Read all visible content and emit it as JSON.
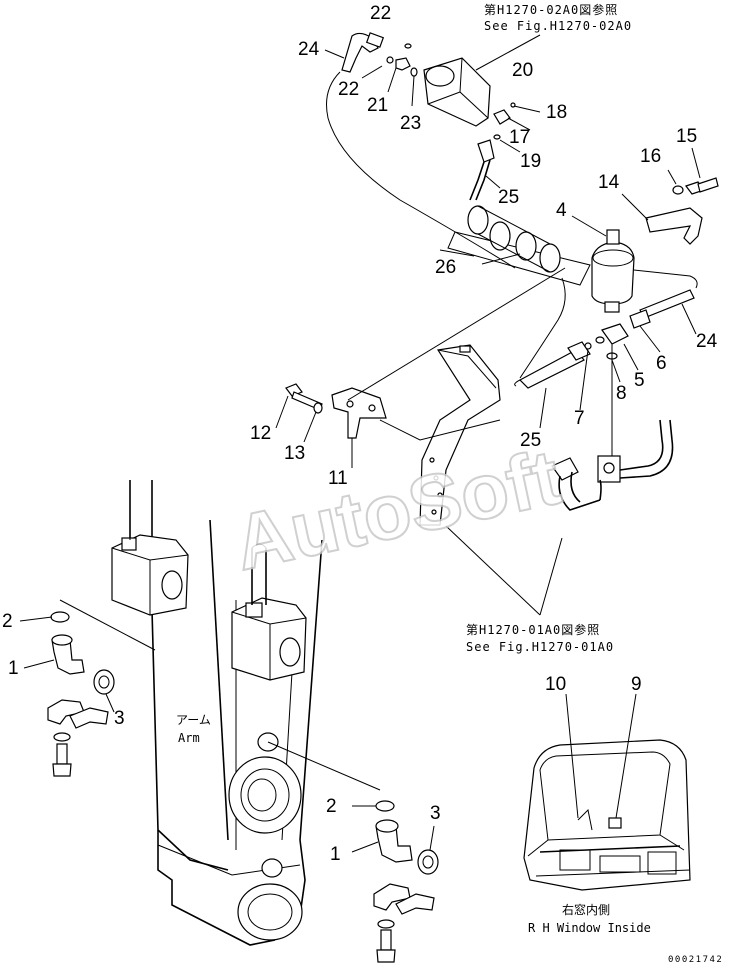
{
  "notes": {
    "ref_top_jp": "第H1270-02A0図参照",
    "ref_top_en": "See Fig.H1270-02A0",
    "ref_mid_jp": "第H1270-01A0図参照",
    "ref_mid_en": "See Fig.H1270-01A0"
  },
  "labels": {
    "arm_jp": "アーム",
    "arm_en": "Arm",
    "window_jp": "右窓内側",
    "window_en": "R H  Window Inside"
  },
  "watermark": "AutoSoft",
  "doc_number": "00021742",
  "callouts": {
    "n1a": "1",
    "n1b": "1",
    "n2a": "2",
    "n2b": "2",
    "n3a": "3",
    "n3b": "3",
    "n4": "4",
    "n5": "5",
    "n6": "6",
    "n7": "7",
    "n8": "8",
    "n9": "9",
    "n10": "10",
    "n11": "11",
    "n12": "12",
    "n13": "13",
    "n14": "14",
    "n15": "15",
    "n16": "16",
    "n17": "17",
    "n18": "18",
    "n19": "19",
    "n20": "20",
    "n21": "21",
    "n22a": "22",
    "n22b": "22",
    "n23": "23",
    "n24a": "24",
    "n24b": "24",
    "n25a": "25",
    "n25b": "25",
    "n26": "26"
  }
}
